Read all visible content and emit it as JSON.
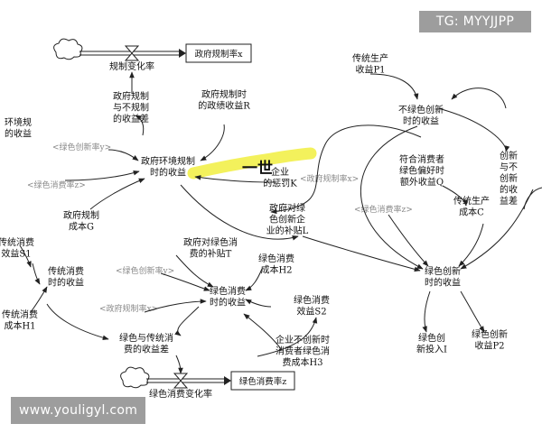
{
  "watermarks": {
    "telegram": "TG: MYYJJPP",
    "website": "www.youligyl.com",
    "overlay_stroke": "一世"
  },
  "colors": {
    "line": "#222222",
    "shadow_text": "#8a8a8a",
    "highlight": "#f2ef4a",
    "overlay_bg": "#8c8c8c"
  },
  "levels": {
    "gov_reg_rate": "政府规制率x",
    "green_consumption_rate": "绿色消费率z"
  },
  "rates": {
    "gov_reg_change": "规制变化率",
    "green_consumption_change": "绿色消费变化率"
  },
  "nodes": {
    "reg_diff": [
      "政府规制",
      "与不规制",
      "的收益差"
    ],
    "env_reg_left": [
      "环境规",
      "的收益"
    ],
    "reg_perf": [
      "政府规制时",
      "的政绩收益R"
    ],
    "env_reg_benefit": [
      "政府环境规制",
      "时的收益"
    ],
    "penalty": [
      "企业",
      "的惩罚K"
    ],
    "gov_cost": [
      "政府规制",
      "成本G"
    ],
    "trad_prod": [
      "传统生产",
      "收益P1"
    ],
    "non_green": [
      "不绿色创新",
      "时的收益"
    ],
    "innov_diff": [
      "创新",
      "与不",
      "创新",
      "的收",
      "益差"
    ],
    "green_pref": [
      "符合消费者",
      "绿色偏好时",
      "额外收益Q"
    ],
    "trad_cost_c": [
      "传统生产",
      "成本C"
    ],
    "subsidy_l": [
      "政府对绿",
      "色创新企",
      "业的补贴L"
    ],
    "trad_eff": [
      "传统消费",
      "效益S1"
    ],
    "trad_benefit": [
      "传统消费",
      "时的收益"
    ],
    "trad_cost_h1": [
      "传统消费",
      "成本H1"
    ],
    "subsidy_t": [
      "政府对绿色消",
      "费的补贴T"
    ],
    "green_cost_h2": [
      "绿色消费",
      "成本H2"
    ],
    "green_benefit": [
      "绿色消费",
      "时的收益"
    ],
    "green_eff": [
      "绿色消费",
      "效益S2"
    ],
    "green_vs_trad": [
      "绿色与传统消",
      "费的收益差"
    ],
    "noninnov_cost": [
      "企业不创新时",
      "消费者绿色消",
      "费成本H3"
    ],
    "green_innov": [
      "绿色创新",
      "时的收益"
    ],
    "innov_input": [
      "绿色创",
      "新投入I"
    ],
    "innov_benefit_p2": [
      "绿色创新",
      "收益P2"
    ]
  },
  "shadows": {
    "green_innov_y1": "<绿色创新率y>",
    "green_cons_z1": "<绿色消费率z>",
    "gov_reg_x1": "<政府规制率x>",
    "green_cons_z2": "<绿色消费率z>",
    "green_innov_y2": "<绿色创新率y>",
    "gov_reg_x2": "<政府规制率x>"
  }
}
